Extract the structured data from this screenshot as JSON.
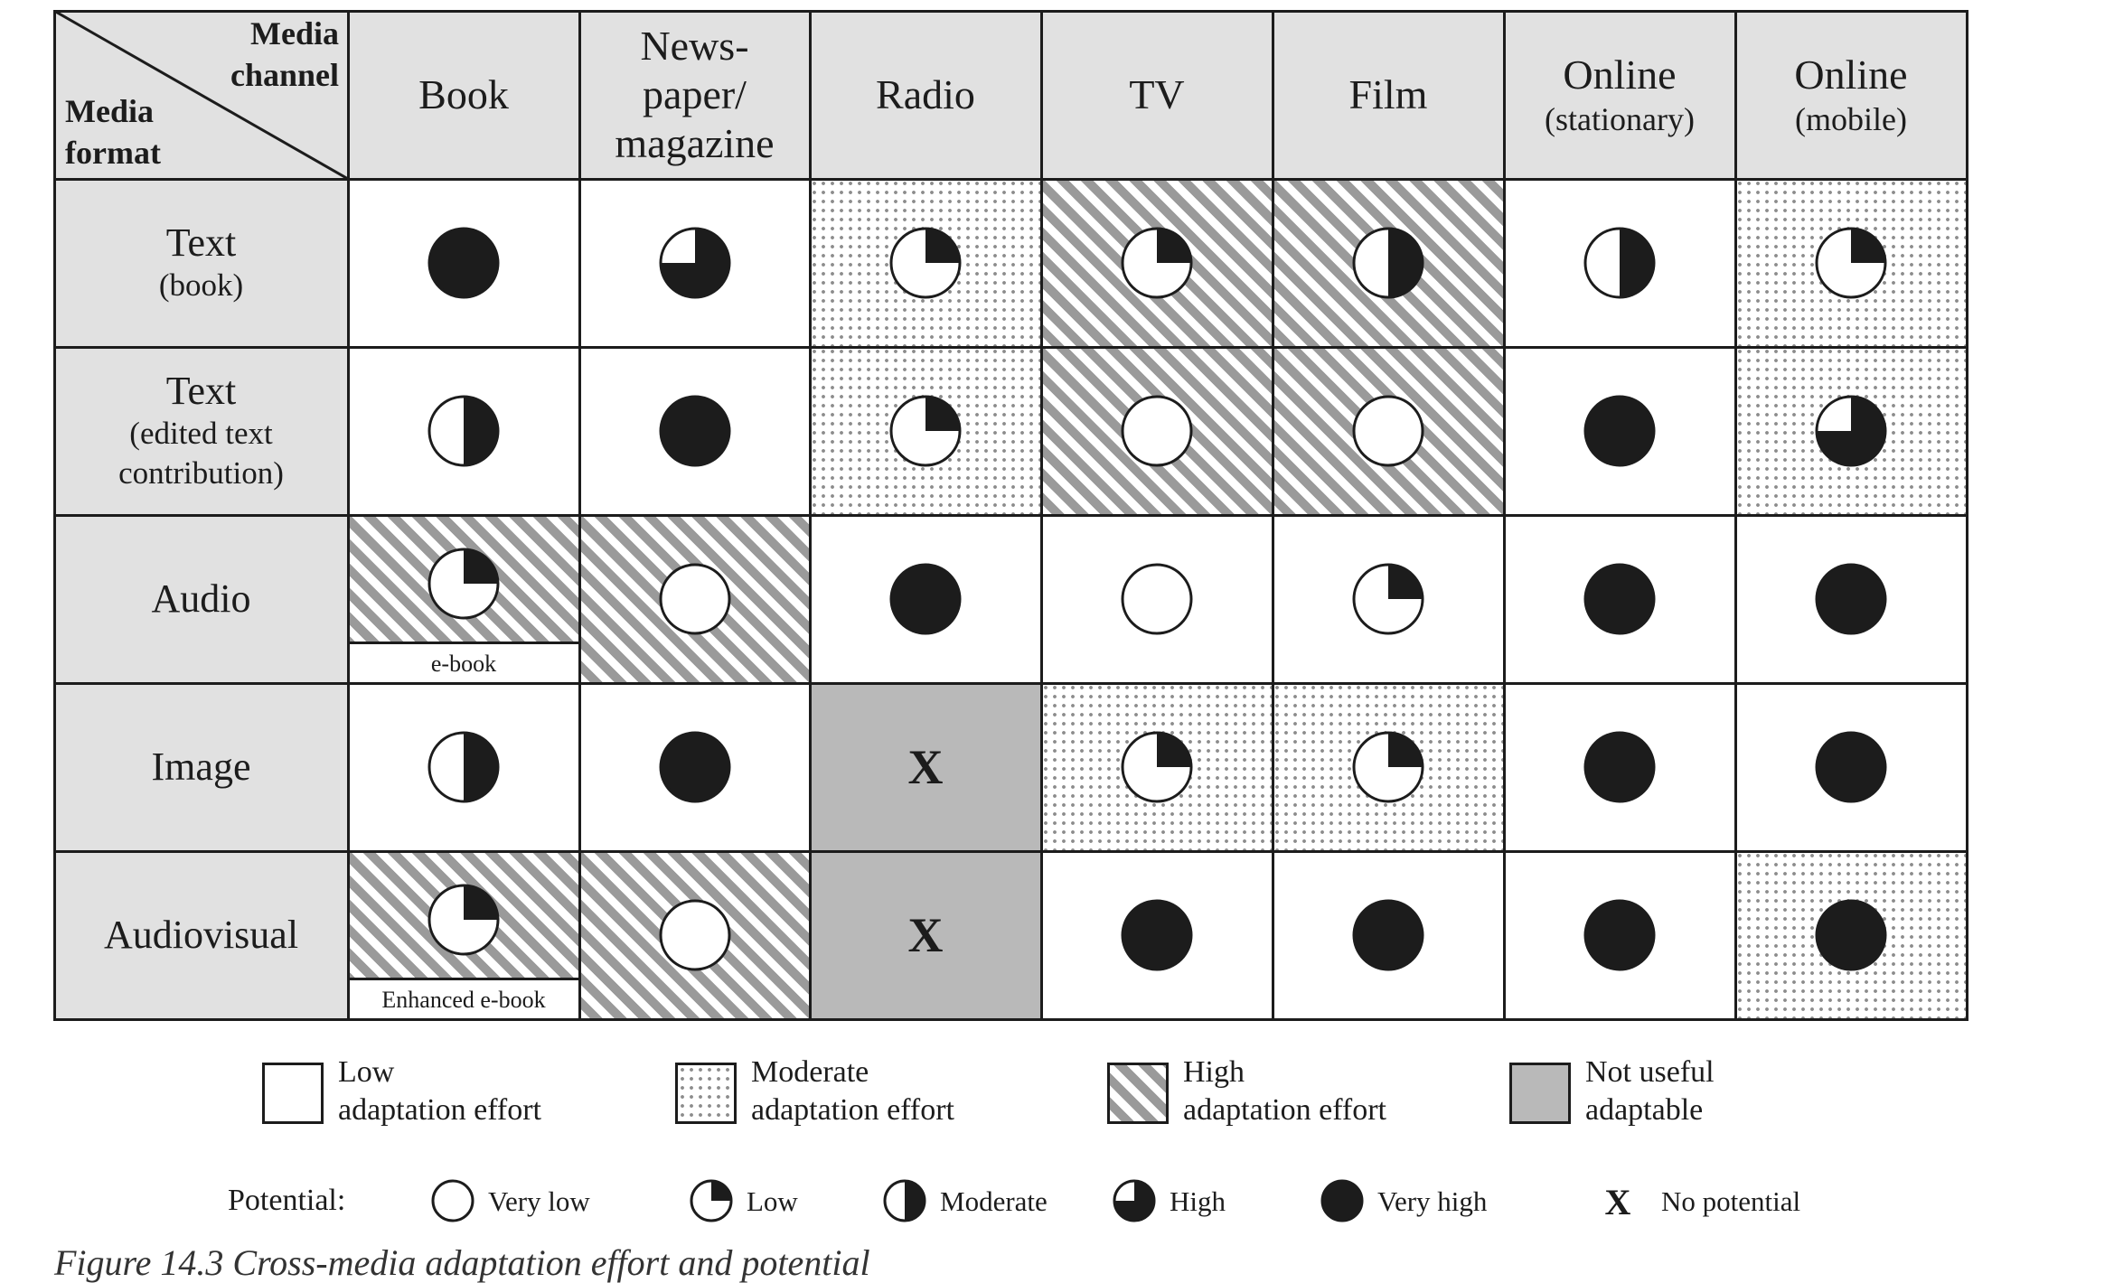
{
  "corner": {
    "top_line1": "Media",
    "top_line2": "channel",
    "bottom_line1": "Media",
    "bottom_line2": "format"
  },
  "columns": [
    {
      "lines": [
        "Book"
      ],
      "sub": ""
    },
    {
      "lines": [
        "News-",
        "paper/",
        "magazine"
      ],
      "sub": ""
    },
    {
      "lines": [
        "Radio"
      ],
      "sub": ""
    },
    {
      "lines": [
        "TV"
      ],
      "sub": ""
    },
    {
      "lines": [
        "Film"
      ],
      "sub": ""
    },
    {
      "lines": [
        "Online"
      ],
      "sub": "(stationary)"
    },
    {
      "lines": [
        "Online"
      ],
      "sub": "(mobile)"
    }
  ],
  "rows": [
    {
      "lines": [
        "Text"
      ],
      "sub": [
        "(book)"
      ]
    },
    {
      "lines": [
        "Text"
      ],
      "sub": [
        "(edited text",
        "contribution)"
      ]
    },
    {
      "lines": [
        "Audio"
      ],
      "sub": []
    },
    {
      "lines": [
        "Image"
      ],
      "sub": []
    },
    {
      "lines": [
        "Audiovisual"
      ],
      "sub": []
    }
  ],
  "cells": [
    [
      {
        "effort": "low",
        "potential": "very_high"
      },
      {
        "effort": "low",
        "potential": "high"
      },
      {
        "effort": "moderate",
        "potential": "low"
      },
      {
        "effort": "high",
        "potential": "low"
      },
      {
        "effort": "high",
        "potential": "moderate"
      },
      {
        "effort": "low",
        "potential": "moderate"
      },
      {
        "effort": "moderate",
        "potential": "low"
      }
    ],
    [
      {
        "effort": "low",
        "potential": "moderate"
      },
      {
        "effort": "low",
        "potential": "very_high"
      },
      {
        "effort": "moderate",
        "potential": "low"
      },
      {
        "effort": "high",
        "potential": "very_low"
      },
      {
        "effort": "high",
        "potential": "very_low"
      },
      {
        "effort": "low",
        "potential": "very_high"
      },
      {
        "effort": "moderate",
        "potential": "high"
      }
    ],
    [
      {
        "effort": "high",
        "potential": "low",
        "sublabel": "e-book"
      },
      {
        "effort": "high",
        "potential": "very_low"
      },
      {
        "effort": "low",
        "potential": "very_high"
      },
      {
        "effort": "low",
        "potential": "very_low"
      },
      {
        "effort": "low",
        "potential": "low"
      },
      {
        "effort": "low",
        "potential": "very_high"
      },
      {
        "effort": "low",
        "potential": "very_high"
      }
    ],
    [
      {
        "effort": "low",
        "potential": "moderate"
      },
      {
        "effort": "low",
        "potential": "very_high"
      },
      {
        "effort": "none",
        "potential": "none",
        "mark": "X"
      },
      {
        "effort": "moderate",
        "potential": "low"
      },
      {
        "effort": "moderate",
        "potential": "low"
      },
      {
        "effort": "low",
        "potential": "very_high"
      },
      {
        "effort": "low",
        "potential": "very_high"
      }
    ],
    [
      {
        "effort": "high",
        "potential": "low",
        "sublabel": "Enhanced e-book"
      },
      {
        "effort": "high",
        "potential": "very_low"
      },
      {
        "effort": "none",
        "potential": "none",
        "mark": "X"
      },
      {
        "effort": "low",
        "potential": "very_high"
      },
      {
        "effort": "low",
        "potential": "very_high"
      },
      {
        "effort": "low",
        "potential": "very_high"
      },
      {
        "effort": "moderate",
        "potential": "very_high"
      }
    ]
  ],
  "effort_legend": [
    {
      "key": "low",
      "line1": "Low",
      "line2": "adaptation effort"
    },
    {
      "key": "moderate",
      "line1": "Moderate",
      "line2": "adaptation effort"
    },
    {
      "key": "high",
      "line1": "High",
      "line2": "adaptation effort"
    },
    {
      "key": "none",
      "line1": "Not useful",
      "line2": "adaptable"
    }
  ],
  "potential_legend": {
    "title": "Potential:",
    "items": [
      {
        "key": "very_low",
        "label": "Very low"
      },
      {
        "key": "low",
        "label": "Low"
      },
      {
        "key": "moderate",
        "label": "Moderate"
      },
      {
        "key": "high",
        "label": "High"
      },
      {
        "key": "very_high",
        "label": "Very high"
      },
      {
        "key": "none",
        "label": "No potential",
        "mark": "X"
      }
    ]
  },
  "potential_fill": {
    "very_low": 0,
    "low": 0.25,
    "moderate": 0.5,
    "high": 0.75,
    "very_high": 1
  },
  "caption": "Figure 14.3   Cross-media adaptation effort and potential",
  "colors": {
    "ink": "#1c1c1c",
    "header_bg": "#e1e1e1",
    "not_useful_bg": "#b9b9b9",
    "hatch": "#9a9a9a",
    "dots": "#8c8c8c"
  }
}
